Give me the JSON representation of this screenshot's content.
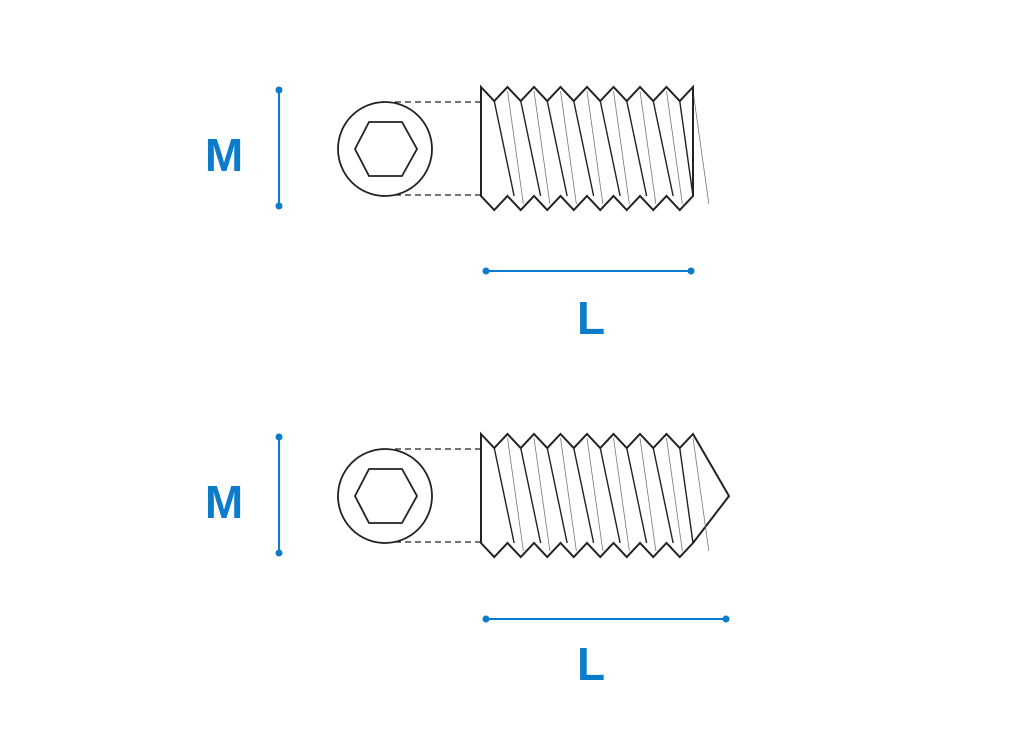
{
  "colors": {
    "dimension": "#0b7ccb",
    "outline": "#222222"
  },
  "views": [
    {
      "name": "flat-point-set-screw",
      "diameter_label": "M",
      "length_label": "L",
      "tip": "flat"
    },
    {
      "name": "cone-point-set-screw",
      "diameter_label": "M",
      "length_label": "L",
      "tip": "cone"
    }
  ]
}
